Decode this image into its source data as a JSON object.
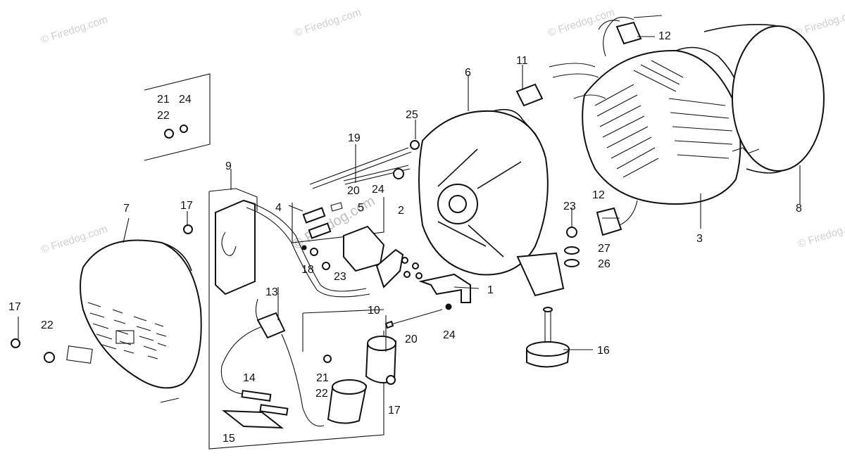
{
  "watermark": "© Firedog.com",
  "part_numbers": {
    "p1": "1",
    "p2": "2",
    "p3": "3",
    "p4": "4",
    "p5": "5",
    "p6": "6",
    "p7": "7",
    "p8": "8",
    "p9": "9",
    "p10": "10",
    "p11": "11",
    "p12a": "12",
    "p12b": "12",
    "p13": "13",
    "p14": "14",
    "p15": "15",
    "p16": "16",
    "p17a": "17",
    "p17b": "17",
    "p17c": "17",
    "p18": "18",
    "p19": "19",
    "p20a": "20",
    "p20b": "20",
    "p21a": "21",
    "p21b": "21",
    "p22a": "22",
    "p22b": "22",
    "p22c": "22",
    "p23a": "23",
    "p23b": "23",
    "p24a": "24",
    "p24b": "24",
    "p24c": "24",
    "p25": "25",
    "p26": "26",
    "p27": "27"
  },
  "colors": {
    "ink": "#111111",
    "watermark": "#cfcfcf",
    "paper": "#ffffff"
  }
}
